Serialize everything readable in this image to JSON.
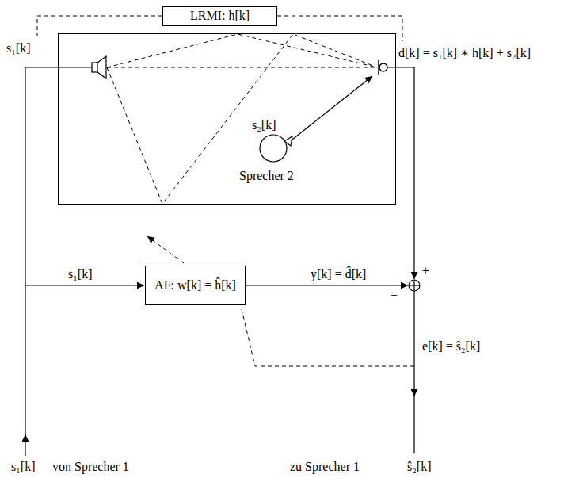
{
  "diagram": {
    "nodes": [
      {
        "text": [
          "LRMI: h[k]"
        ]
      },
      {
        "text": [
          "s₂[k]",
          "Sprecher 2"
        ]
      },
      {
        "text": [
          "AF: w[k] = ĥ[k]"
        ]
      }
    ],
    "labels": [
      "s₁[k]",
      "d[k] = s₁[k] ∗ h[k] + s₂[k]",
      "s₁[k]",
      "y[k] = d̂[k]",
      "+",
      "−",
      "e[k] = ŝ₂[k]",
      "s₁[k]",
      "von Sprecher 1",
      "zu Sprecher 1",
      "ŝ₂[k]"
    ]
  }
}
